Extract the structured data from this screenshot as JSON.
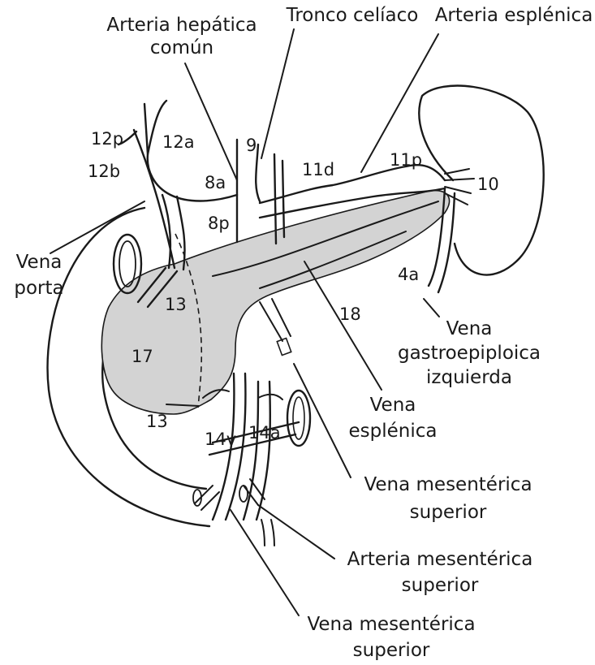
{
  "labels": {
    "arteria_hepatica_comun": [
      "Arteria hepática",
      "común"
    ],
    "tronco_celiaco": "Tronco celíaco",
    "arteria_esplenica": "Arteria esplénica",
    "vena_porta": [
      "Vena",
      "porta"
    ],
    "vena_gastroepiploica_izquierda": [
      "Vena",
      "gastroepiploica",
      "izquierda"
    ],
    "vena_esplenica": [
      "Vena",
      "esplénica"
    ],
    "vena_mesenterica_superior_1": [
      "Vena mesentérica",
      "superior"
    ],
    "arteria_mesenterica_superior": [
      "Arteria mesentérica",
      "superior"
    ],
    "vena_mesenterica_superior_2": [
      "Vena mesentérica",
      "superior"
    ]
  },
  "stations": {
    "s12p": "12p",
    "s12a": "12a",
    "s12b": "12b",
    "s9": "9",
    "s8a": "8a",
    "s8p": "8p",
    "s11d": "11d",
    "s11p": "11p",
    "s10": "10",
    "s4a": "4a",
    "s13_top": "13",
    "s18": "18",
    "s17": "17",
    "s13_bottom": "13",
    "s14v": "14v",
    "s14a": "14a"
  },
  "colors": {
    "pancreas_fill": "#d3d3d3",
    "line": "#1a1a1a",
    "background": "#ffffff"
  }
}
